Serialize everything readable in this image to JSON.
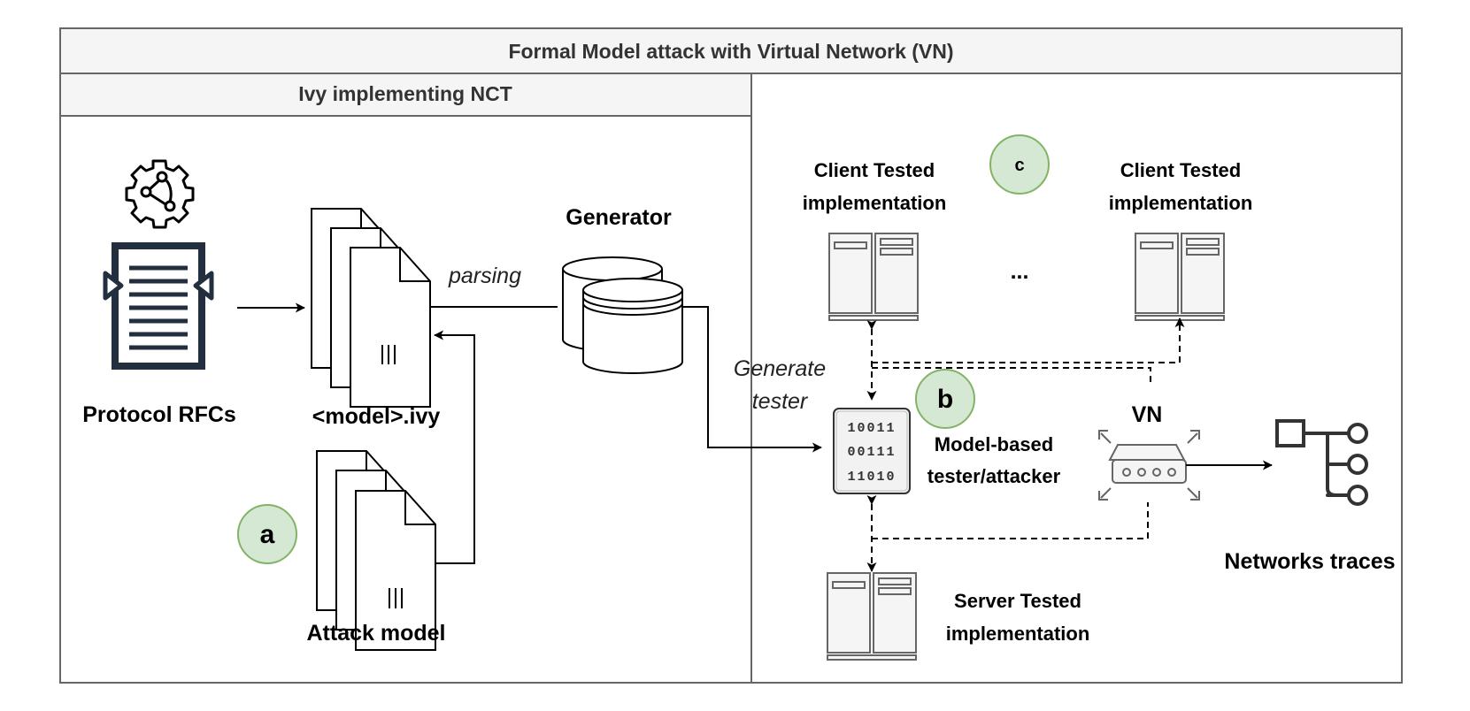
{
  "title": "Formal Model attack with Virtual Network (VN)",
  "left_panel": {
    "title": "Ivy implementing NCT",
    "rfc_label": "Protocol RFCs",
    "model_label": "<model>.ivy",
    "attack_label": "Attack model",
    "badge_a": "a",
    "parsing_label": "parsing",
    "generator_label": "Generator"
  },
  "right_panel": {
    "generate_tester_line1": "Generate",
    "generate_tester_line2": "tester",
    "client_left_line1": "Client Tested",
    "client_left_line2": "implementation",
    "client_right_line1": "Client Tested",
    "client_right_line2": "implementation",
    "badge_c": "c",
    "ellipsis": "...",
    "badge_b": "b",
    "tester_line1": "Model-based",
    "tester_line2": "tester/attacker",
    "binary_rows": [
      "10011",
      "00111",
      "11010"
    ],
    "vn_label": "VN",
    "traces_label": "Networks traces",
    "server_line1": "Server Tested",
    "server_line2": "implementation"
  },
  "colors": {
    "badge_fill": "#d5e8d4",
    "badge_stroke": "#82b366",
    "doc_icon": "#232f3e",
    "border": "#666666",
    "header_fill": "#f5f5f5"
  }
}
